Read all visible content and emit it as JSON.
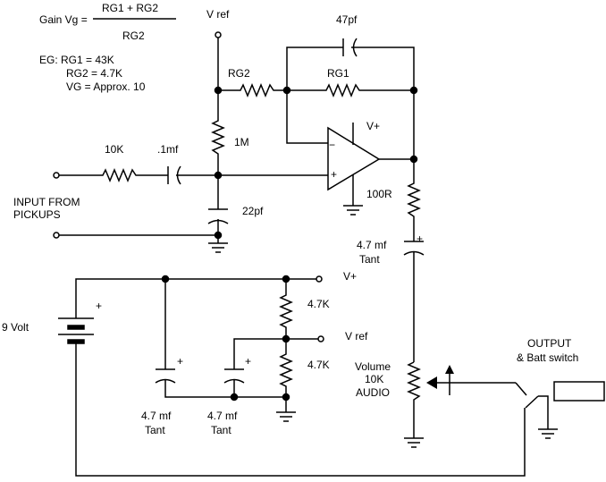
{
  "formula": {
    "label": "Gain Vg =",
    "numerator": "RG1 + RG2",
    "denominator": "RG2"
  },
  "example": {
    "line1": "EG: RG1 = 43K",
    "line2": "RG2 = 4.7K",
    "line3": "VG = Approx. 10"
  },
  "labels": {
    "vref_top": "V ref",
    "cap_47pf": "47pf",
    "rg2": "RG2",
    "rg1": "RG1",
    "vplus_opamp": "V+",
    "r_1m": "1M",
    "r_10k": "10K",
    "cap_1mf": ".1mf",
    "r_100r": "100R",
    "input_line1": "INPUT FROM",
    "input_line2": "PICKUPS",
    "cap_22pf": "22pf",
    "cap_out_line1": "4.7 mf",
    "cap_out_line2": "Tant",
    "vplus_supply": "V+",
    "r_47k_top": "4.7K",
    "battery": "9 Volt",
    "vref_supply": "V ref",
    "r_47k_bottom": "4.7K",
    "output_line1": "OUTPUT",
    "output_line2": "& Batt switch",
    "volume_line1": "Volume",
    "volume_line2": "10K",
    "volume_line3": "AUDIO",
    "cap_a_line1": "4.7 mf",
    "cap_a_line2": "Tant",
    "cap_b_line1": "4.7 mf",
    "cap_b_line2": "Tant",
    "plus": "+",
    "minus": "−"
  },
  "colors": {
    "wire": "#000000",
    "background": "#ffffff"
  }
}
